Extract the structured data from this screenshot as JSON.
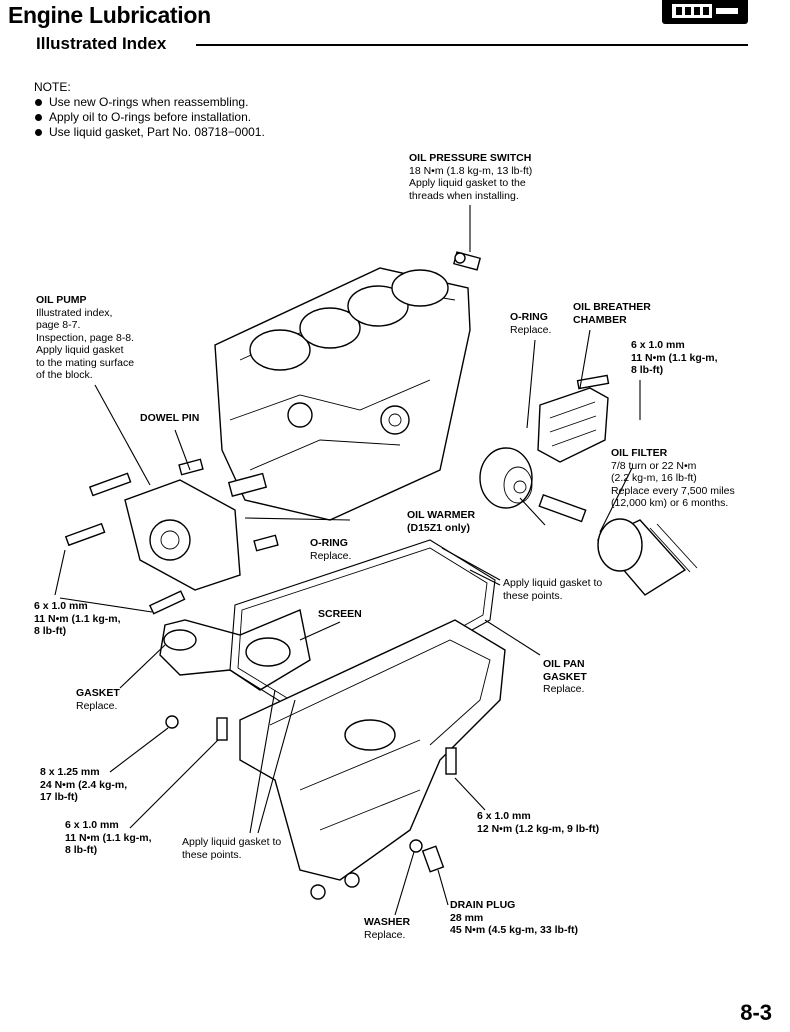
{
  "header": {
    "title": "Engine Lubrication",
    "subtitle": "Illustrated Index"
  },
  "note": {
    "title": "NOTE:",
    "items": [
      "Use new O-rings when reassembling.",
      "Apply oil to O-rings before installation.",
      "Use liquid gasket, Part No. 08718−0001."
    ]
  },
  "labels": {
    "oil_pressure_switch": {
      "name": "OIL PRESSURE SWITCH",
      "lines": [
        "18 N•m (1.8 kg-m, 13 lb-ft)",
        "Apply liquid gasket to the",
        "threads when installing."
      ]
    },
    "oil_pump": {
      "name": "OIL PUMP",
      "lines": [
        "Illustrated index,",
        "page 8-7.",
        "Inspection, page 8-8.",
        "Apply liquid gasket",
        "to the mating surface",
        "of the block."
      ]
    },
    "o_ring_top": {
      "name": "O-RING",
      "lines": [
        "Replace."
      ]
    },
    "oil_breather_chamber": {
      "name_lines": [
        "OIL BREATHER",
        "CHAMBER"
      ]
    },
    "bolt_breather": {
      "lines": [
        "6 x 1.0 mm",
        "11 N•m (1.1 kg-m,",
        "8 lb-ft)"
      ]
    },
    "dowel_pin": {
      "name": "DOWEL PIN"
    },
    "oil_filter": {
      "name": "OIL FILTER",
      "lines": [
        "7/8 turn or 22 N•m",
        "(2.2 kg-m, 16 lb-ft)",
        "Replace every 7,500 miles",
        "(12,000 km) or 6 months."
      ]
    },
    "oil_warmer": {
      "name": "OIL WARMER",
      "sub": "(D15Z1 only)"
    },
    "o_ring_mid": {
      "name": "O-RING",
      "lines": [
        "Replace."
      ]
    },
    "liquid_gasket_right": {
      "lines": [
        "Apply liquid gasket to",
        "these points."
      ]
    },
    "bolt_pump": {
      "lines": [
        "6 x 1.0 mm",
        "11 N•m (1.1 kg-m,",
        "8 lb-ft)"
      ]
    },
    "screen": {
      "name": "SCREEN"
    },
    "oil_pan_gasket": {
      "name_lines": [
        "OIL PAN",
        "GASKET"
      ],
      "lines": [
        "Replace."
      ]
    },
    "gasket": {
      "name": "GASKET",
      "lines": [
        "Replace."
      ]
    },
    "nut_8x125": {
      "lines": [
        "8 x 1.25 mm",
        "24 N•m (2.4 kg-m,",
        "17 lb-ft)"
      ]
    },
    "bolt_pan_left": {
      "lines": [
        "6 x 1.0 mm",
        "11 N•m (1.1 kg-m,",
        "8 lb-ft)"
      ]
    },
    "liquid_gasket_bottom": {
      "lines": [
        "Apply liquid gasket to",
        "these points."
      ]
    },
    "bolt_pan_right": {
      "lines": [
        "6 x 1.0 mm",
        "12 N•m (1.2 kg-m, 9 lb-ft)"
      ]
    },
    "drain_plug": {
      "name": "DRAIN PLUG",
      "lines": [
        "28 mm",
        "45 N•m (4.5 kg-m, 33 lb-ft)"
      ]
    },
    "washer": {
      "name": "WASHER",
      "lines": [
        "Replace."
      ]
    }
  },
  "page_number": "8-3"
}
